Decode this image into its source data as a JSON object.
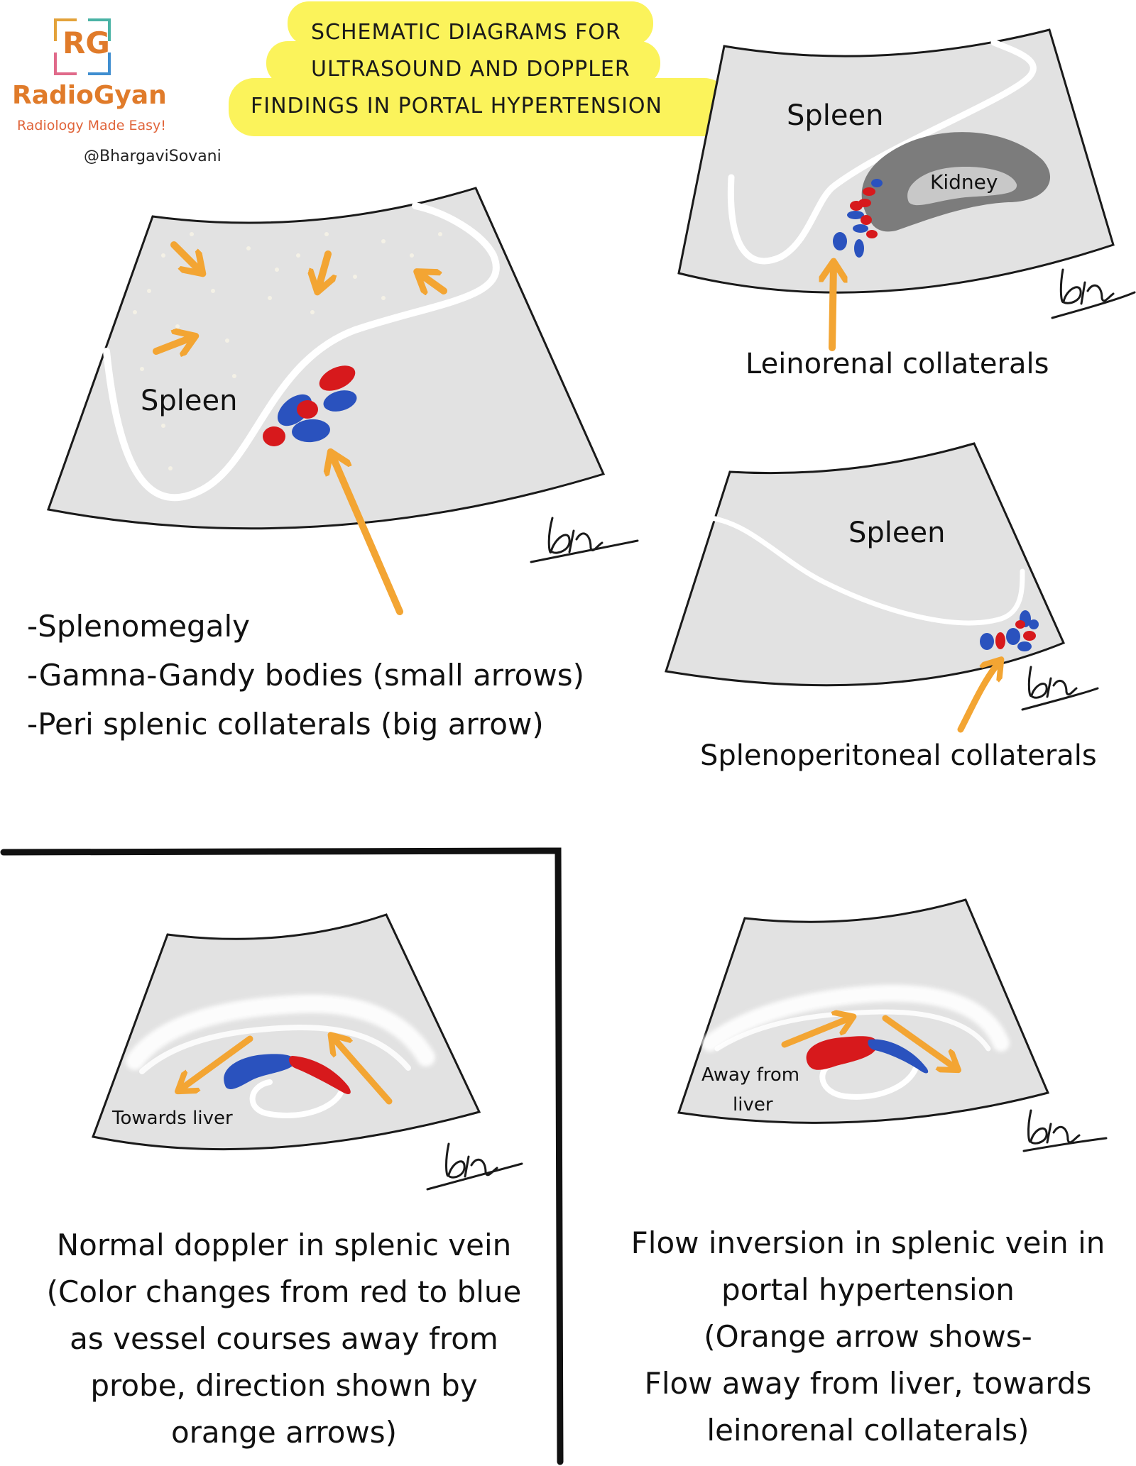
{
  "title": {
    "lines": [
      "SCHEMATIC DIAGRAMS FOR",
      "ULTRASOUND AND DOPPLER",
      "FINDINGS IN PORTAL HYPERTENSION"
    ]
  },
  "logo": {
    "monogram": "RG",
    "name": "RadioGyan",
    "tagline": "Radiology Made Easy!",
    "handle": "@BhargaviSovani"
  },
  "panel_splenomegaly": {
    "organ_label": "Spleen",
    "findings": [
      "-Splenomegaly",
      "-Gamna-Gandy bodies (small arrows)",
      "-Peri splenic collaterals (big arrow)"
    ]
  },
  "panel_leinorenal": {
    "organ_label": "Spleen",
    "kidney_label": "Kidney",
    "caption": "Leinorenal collaterals"
  },
  "panel_splenoperitoneal": {
    "organ_label": "Spleen",
    "caption": "Splenoperitoneal collaterals"
  },
  "panel_normal_doppler": {
    "flow_label": "Towards liver",
    "caption_lines": [
      "Normal doppler in splenic vein",
      "(Color changes from red to blue",
      "as vessel courses away from",
      "probe, direction shown by",
      "orange arrows)"
    ]
  },
  "panel_flow_inversion": {
    "flow_label_lines": [
      "Away from",
      "liver"
    ],
    "caption_lines": [
      "Flow inversion in splenic vein in",
      "portal hypertension",
      "(Orange arrow shows-",
      "Flow away from liver, towards",
      "leinorenal collaterals)"
    ]
  },
  "signature": "Bh",
  "colors": {
    "ultrasound_field": "#e2e2e2",
    "field_outline": "#1a1a1a",
    "red_flow": "#d7191c",
    "blue_flow": "#2a52be",
    "arrow": "#f3a533",
    "kidney": "#7c7c7c",
    "kidney_sinus": "#c8c8c8",
    "title_highlight": "#fbf35b"
  }
}
